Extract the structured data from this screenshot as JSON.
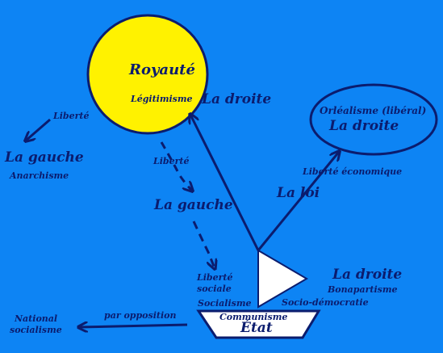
{
  "colors": {
    "background": "#0d84f4",
    "royaute_circle": "#fff200",
    "ink": "#0b1c6e",
    "sail": "#ffffff"
  },
  "royaute": {
    "title": "Royauté",
    "legitimisme": "Légitimisme",
    "droite": "La droite"
  },
  "orleanisme": {
    "title": "Orléalisme (libéral)",
    "droite": "La droite"
  },
  "left": {
    "liberte": "Liberté",
    "gauche": "La gauche",
    "anarchisme": "Anarchisme"
  },
  "center": {
    "liberte": "Liberté",
    "gauche": "La gauche",
    "liberte_sociale_1": "Liberté",
    "liberte_sociale_2": "sociale",
    "socialisme": "Socialisme"
  },
  "liberte_economique": "Liberté économique",
  "la_loi": "La  loi",
  "bonapartisme": {
    "droite": "La droite",
    "label": "Bonapartisme"
  },
  "social_democratie": "Socio-démocratie",
  "boat": {
    "communisme": "Communisme",
    "etat": "État"
  },
  "opposition": "par opposition",
  "national_socialisme_1": "National",
  "national_socialisme_2": "socialisme"
}
